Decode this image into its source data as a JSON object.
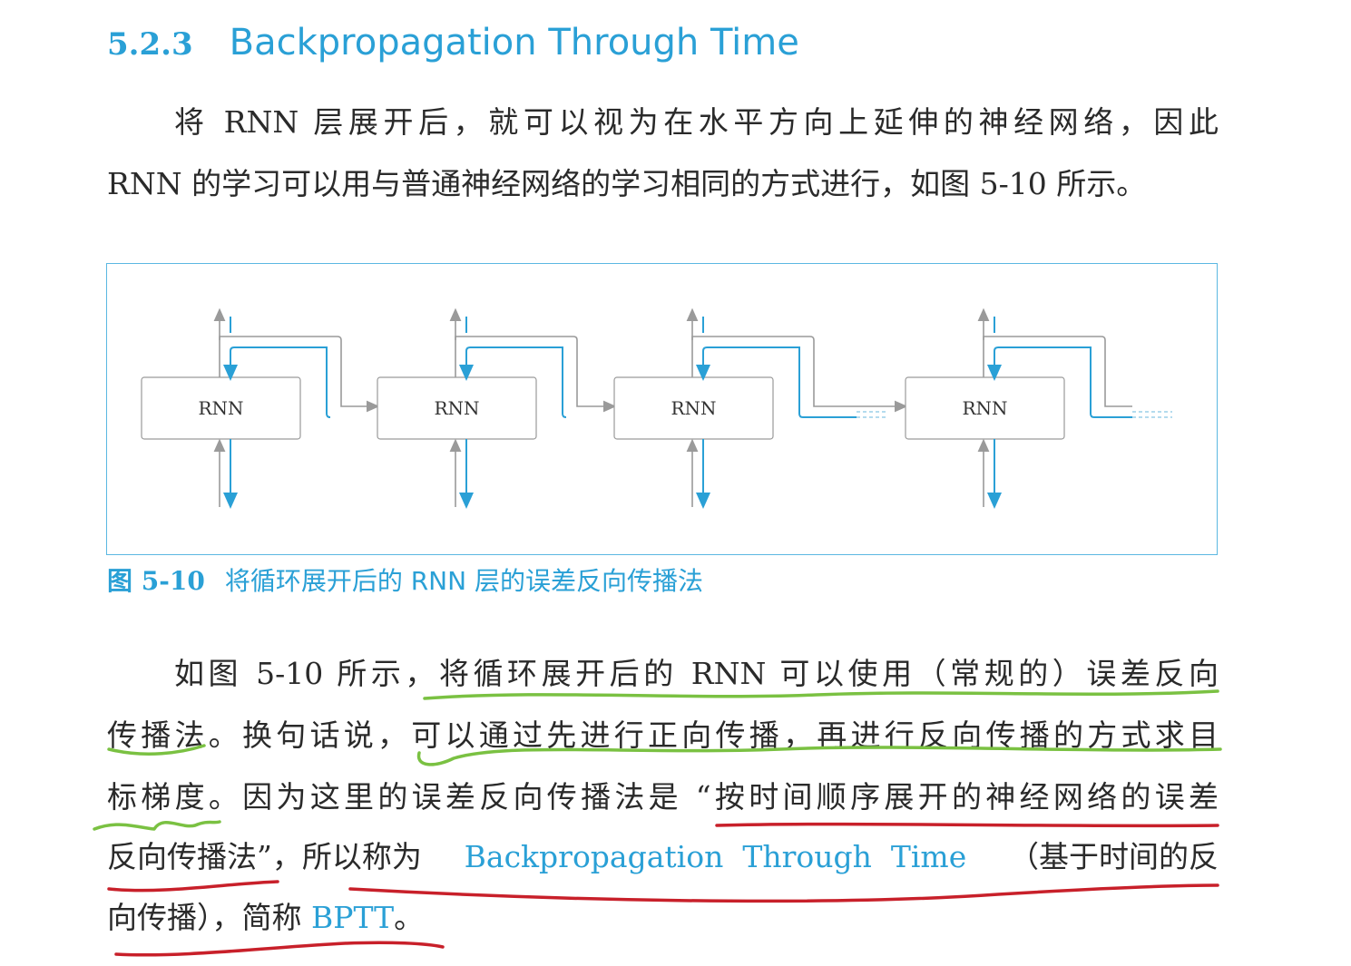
{
  "section": {
    "number": "5.2.3",
    "title": "Backpropagation Through Time"
  },
  "paragraph1": {
    "line1": "将 RNN 层展开后，就可以视为在水平方向上延伸的神经网络，因此",
    "line2": "RNN 的学习可以用与普通神经网络的学习相同的方式进行，如图 5-10 所示。"
  },
  "figure": {
    "block_label": "RNN",
    "caption_number": "图 5-10",
    "caption_text": "将循环展开后的 RNN 层的误差反向传播法"
  },
  "paragraph2": {
    "line1": "如图 5-10 所示，将循环展开后的 RNN 可以使用（常规的）误差反向",
    "line2": "传播法。换句话说，可以通过先进行正向传播，再进行反向传播的方式求目",
    "line3": "标梯度。因为这里的误差反向传播法是 “按时间顺序展开的神经网络的误差",
    "line4_a": "反向传播法”，所以称为 ",
    "line4_term": "Backpropagation  Through  Time",
    "line4_b": "（基于时间的反",
    "line5_a": "向传播），简称 ",
    "line5_term": "BPTT",
    "line5_b": "。"
  },
  "colors": {
    "accent": "#2aa0d6",
    "arrow_gray": "#9a9a9a",
    "highlight_green": "#7ac142",
    "highlight_red": "#c8202a"
  }
}
